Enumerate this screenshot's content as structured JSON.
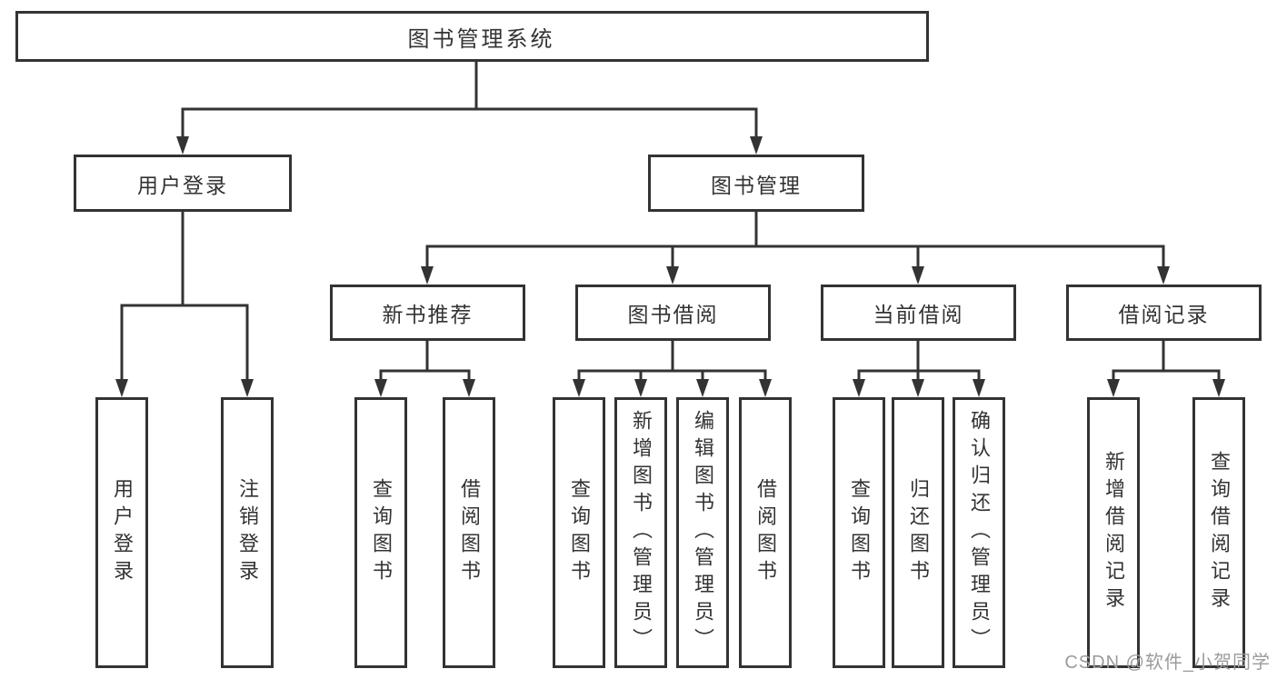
{
  "tree": {
    "root": {
      "label": "图书管理系统",
      "children": [
        {
          "label": "用户登录",
          "children": [
            {
              "label": "用户登录"
            },
            {
              "label": "注销登录"
            }
          ]
        },
        {
          "label": "图书管理",
          "children": [
            {
              "label": "新书推荐",
              "children": [
                {
                  "label": "查询图书"
                },
                {
                  "label": "借阅图书"
                }
              ]
            },
            {
              "label": "图书借阅",
              "children": [
                {
                  "label": "查询图书"
                },
                {
                  "label": "新增图书（管理员）"
                },
                {
                  "label": "编辑图书（管理员）"
                },
                {
                  "label": "借阅图书"
                }
              ]
            },
            {
              "label": "当前借阅",
              "children": [
                {
                  "label": "查询图书"
                },
                {
                  "label": "归还图书"
                },
                {
                  "label": "确认归还（管理员）"
                }
              ]
            },
            {
              "label": "借阅记录",
              "children": [
                {
                  "label": "新增借阅记录"
                },
                {
                  "label": "查询借阅记录"
                }
              ]
            }
          ]
        }
      ]
    }
  },
  "watermark": "CSDN @软件_小贺同学",
  "colors": {
    "line": "#333333",
    "box_border": "#333333",
    "text": "#333333",
    "watermark": "#9b9b9b",
    "background": "#ffffff"
  }
}
